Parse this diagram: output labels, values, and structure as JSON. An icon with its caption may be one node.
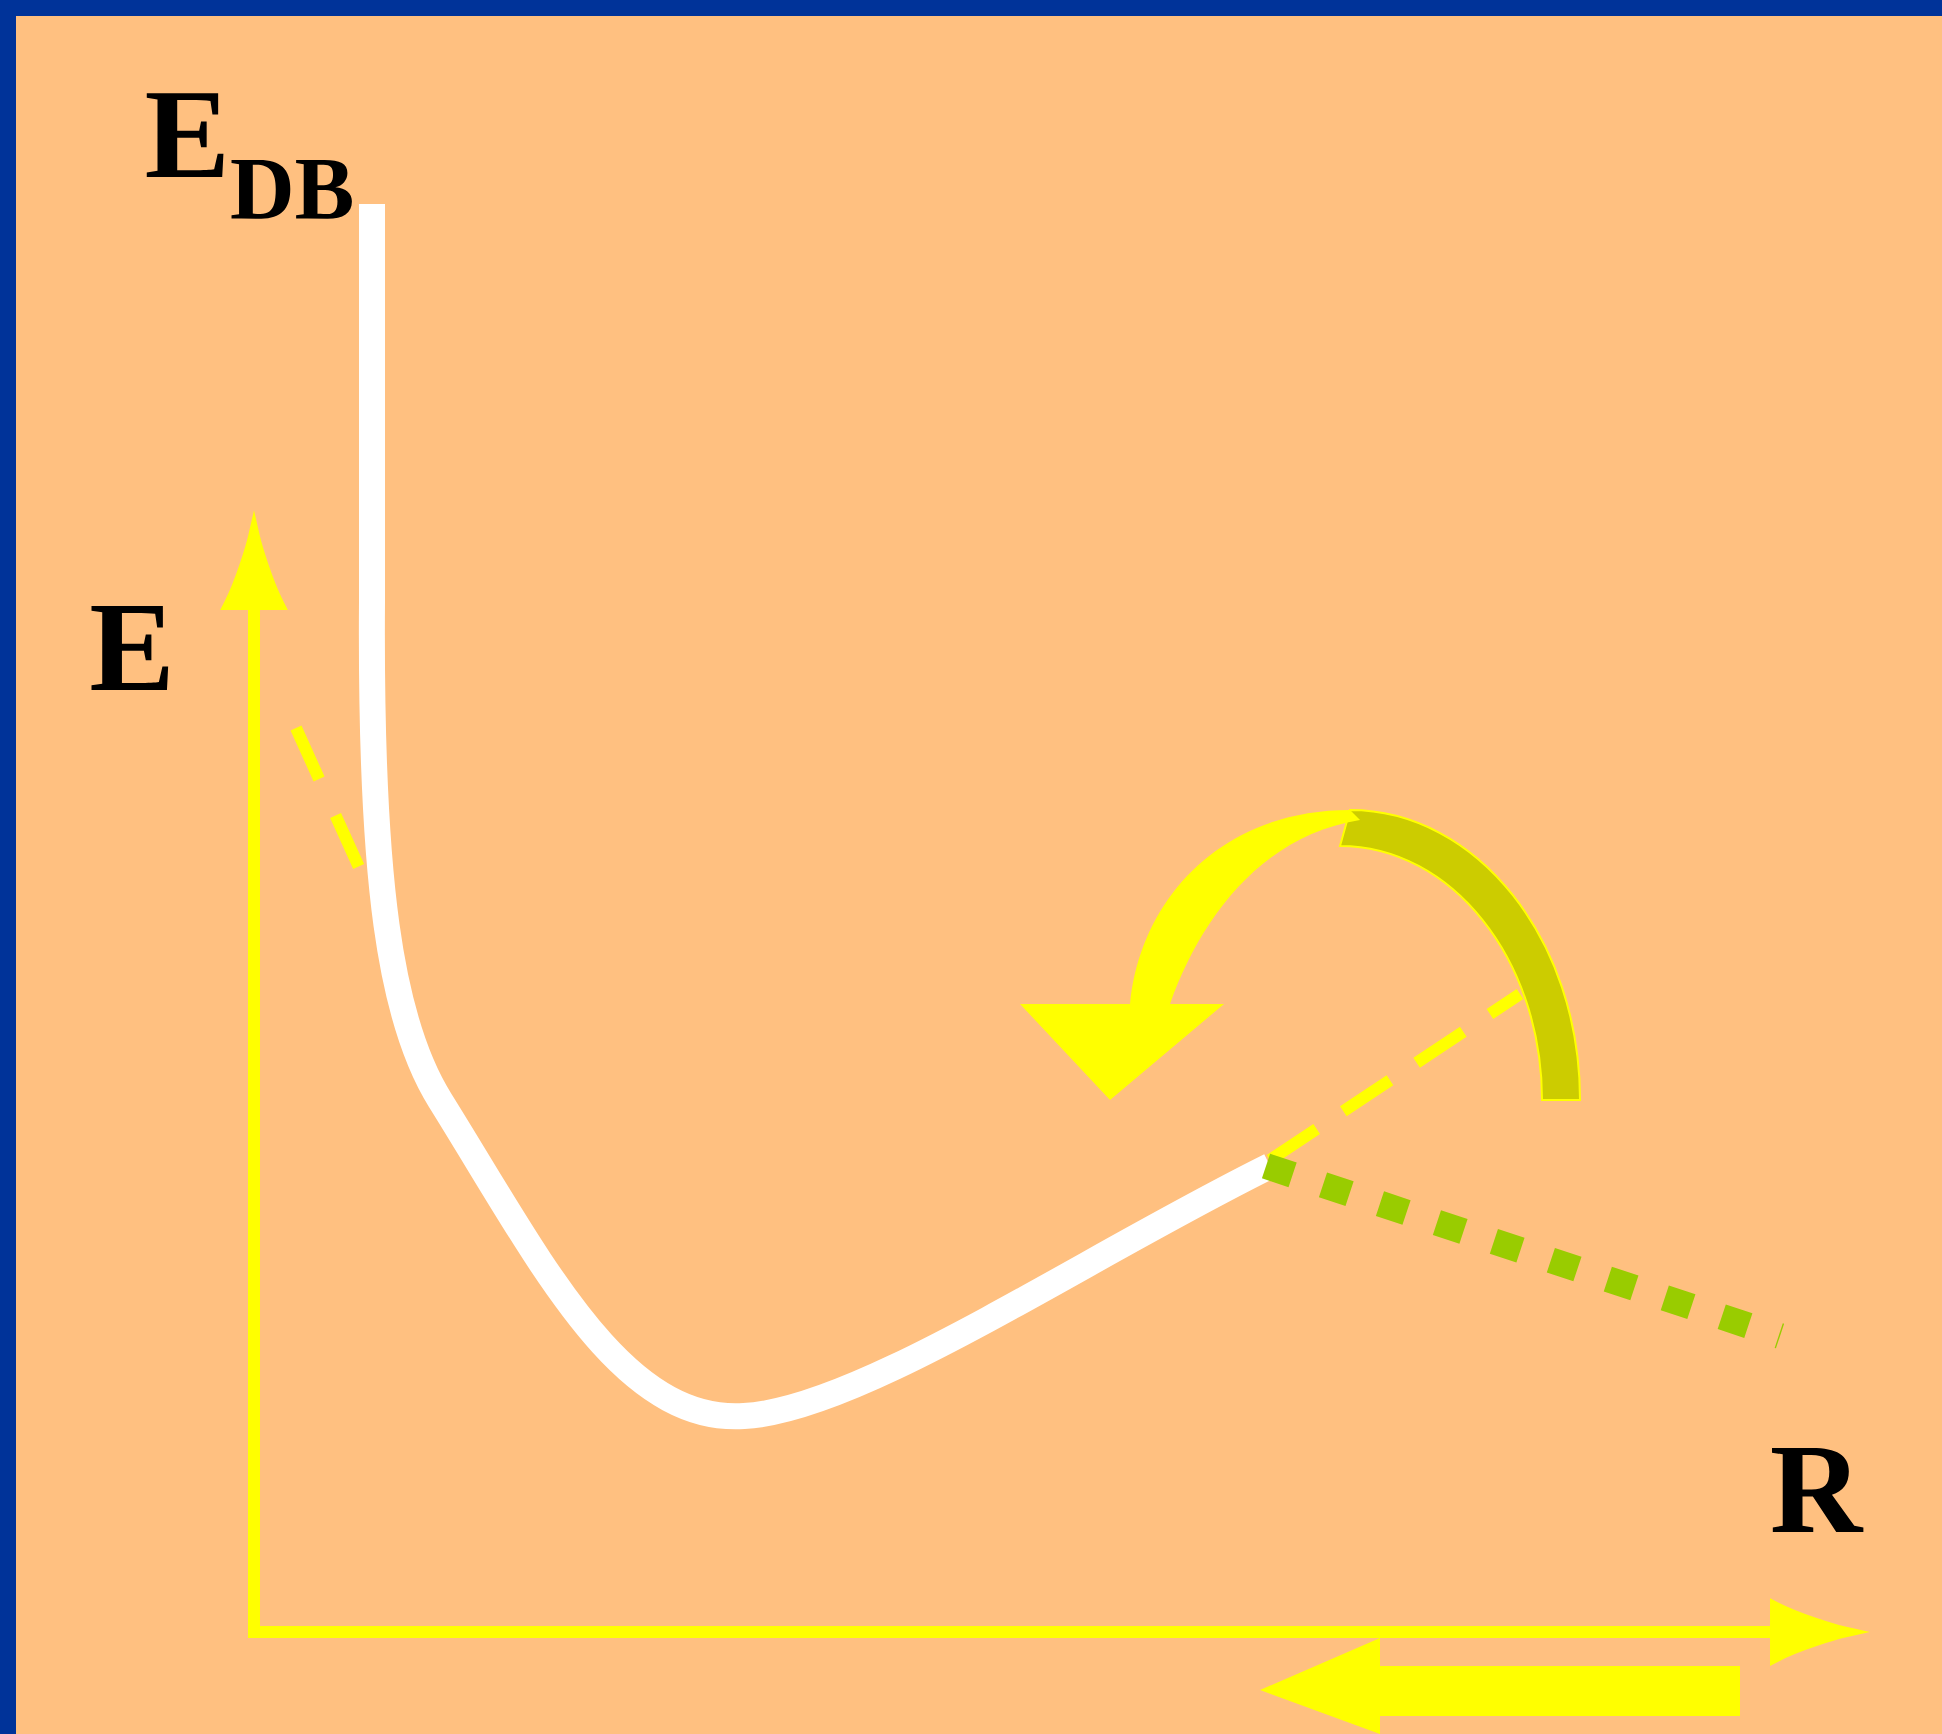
{
  "diagram": {
    "labels": [
      "E$_{DB}$",
      "E",
      "R"
    ]
  }
}
